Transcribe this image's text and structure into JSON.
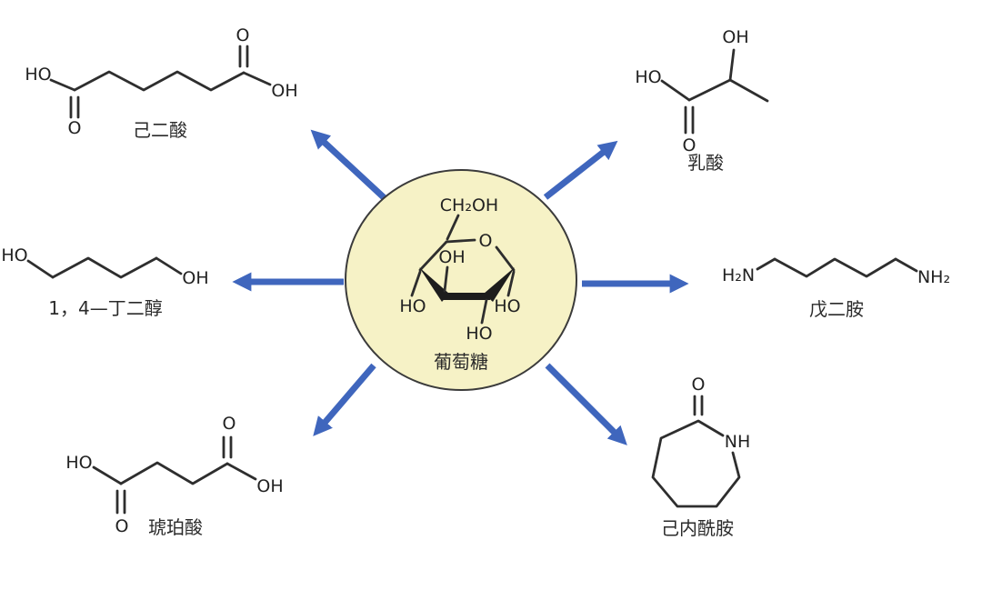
{
  "diagram": {
    "background": "#ffffff"
  },
  "arrow": {
    "color": "#3f66bd"
  },
  "center": {
    "name": "葡萄糖",
    "circle_fill": "#f6f2c6",
    "circle_stroke": "#3b3b3b",
    "atoms": {
      "ch2oh": "CH₂OH",
      "ring_o": "O",
      "oh_top": "OH",
      "ho_left": "HO",
      "ho_right": "HO",
      "ho_bottom": "HO"
    }
  },
  "products": {
    "adipic_acid": {
      "name": "己二酸",
      "atoms": {
        "ho": "HO",
        "o_left": "O",
        "o_right": "O",
        "oh": "OH"
      }
    },
    "lactic_acid": {
      "name": "乳酸",
      "atoms": {
        "oh_top": "OH",
        "ho": "HO",
        "o_bottom": "O"
      }
    },
    "butanediol": {
      "name": "1，4—丁二醇",
      "atoms": {
        "ho": "HO",
        "oh": "OH"
      }
    },
    "pentanediamine": {
      "name": "戊二胺",
      "atoms": {
        "h2n": "H₂N",
        "nh2": "NH₂"
      }
    },
    "succinic_acid": {
      "name": "琥珀酸",
      "atoms": {
        "ho": "HO",
        "o_left": "O",
        "o_right": "O",
        "oh": "OH"
      }
    },
    "caprolactam": {
      "name": "己内酰胺",
      "atoms": {
        "o_top": "O",
        "nh": "NH"
      }
    }
  }
}
